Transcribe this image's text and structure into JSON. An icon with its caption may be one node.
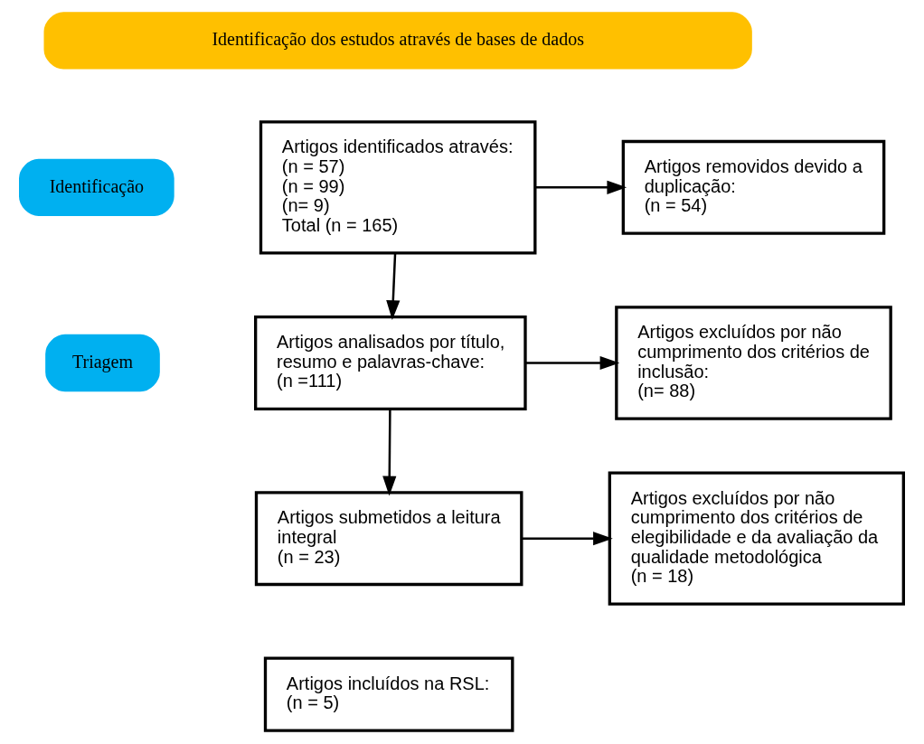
{
  "diagram": {
    "nodes": [
      {
        "text": [
          "Identificação dos estudos através de bases de dados"
        ]
      },
      {
        "text": [
          "Identificação"
        ]
      },
      {
        "text": [
          "Triagem"
        ]
      },
      {
        "text": [
          "Artigos identificados através:",
          "(n = 57)",
          "(n = 99)",
          "(n= 9)",
          "Total (n = 165)"
        ]
      },
      {
        "text": [
          "Artigos removidos devido a duplicação:",
          "(n = 54)"
        ]
      },
      {
        "text": [
          "Artigos analisados por título, resumo e palavras-chave:",
          "(n =111)"
        ]
      },
      {
        "text": [
          "Artigos excluídos por não cumprimento dos critérios de inclusão:",
          "(n= 88)"
        ]
      },
      {
        "text": [
          "Artigos submetidos a leitura integral",
          "(n = 23)"
        ]
      },
      {
        "text": [
          "Artigos excluídos por não cumprimento dos critérios de elegibilidade e da avaliação da qualidade metodológica",
          "(n = 18)"
        ]
      },
      {
        "text": [
          "Artigos incluídos na RSL:",
          "(n = 5)"
        ]
      }
    ],
    "edges": [
      {
        "from": 3,
        "to": 4,
        "arrow": "to"
      },
      {
        "from": 3,
        "to": 5,
        "arrow": "to"
      },
      {
        "from": 5,
        "to": 6,
        "arrow": "to"
      },
      {
        "from": 5,
        "to": 7,
        "arrow": "to"
      },
      {
        "from": 7,
        "to": 8,
        "arrow": "to"
      }
    ]
  }
}
